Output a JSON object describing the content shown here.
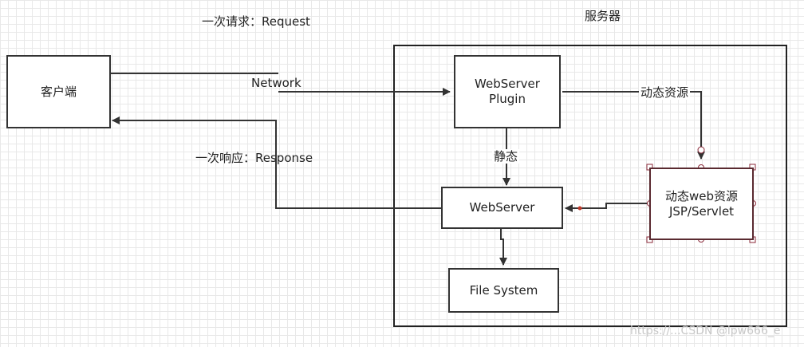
{
  "labels": {
    "request": "一次请求：Request",
    "server_title": "服务器",
    "network": "Network",
    "response": "一次响应：Response",
    "dynamic_resource": "动态资源",
    "static": "静态"
  },
  "nodes": {
    "client": "客户端",
    "webserver_plugin_line1": "WebServer",
    "webserver_plugin_line2": "Plugin",
    "webserver": "WebServer",
    "file_system": "File System",
    "dynamic_web_line1": "动态web资源",
    "dynamic_web_line2": "JSP/Servlet"
  },
  "watermark": "https://...CSDN @lpw666_e",
  "colors": {
    "line": "#333333",
    "selection_handle": "#8b2a3a"
  }
}
